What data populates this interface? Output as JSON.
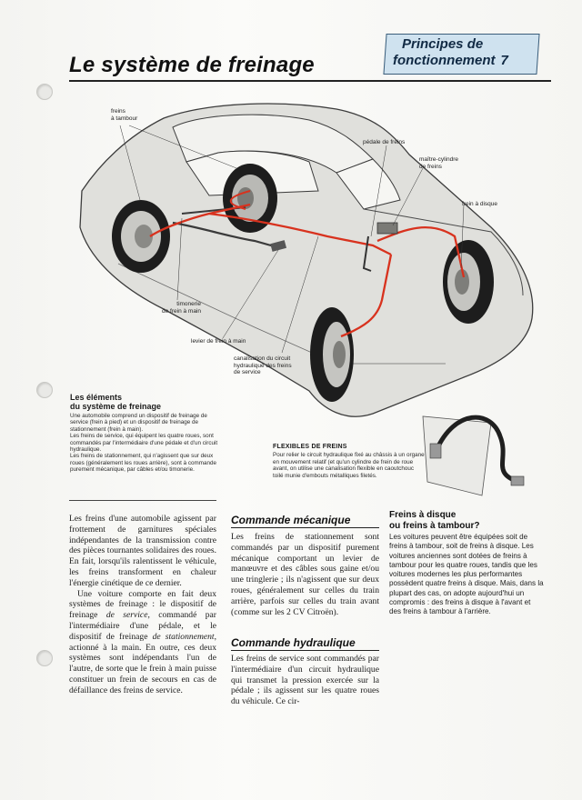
{
  "header": {
    "title": "Le système de freinage",
    "section_line1": "Principes de",
    "section_line2": "fonctionnement",
    "section_number": "7"
  },
  "diagram_labels": {
    "freins_tambour": "freins\nà tambour",
    "pedale": "pédale de freins",
    "maitre_cylindre": "maître-cylindre\nde freins",
    "frein_disque": "frein à disque",
    "timonerie": "timonerie\nde frein à main",
    "levier": "levier de frein à main",
    "canalisation": "canalisation du circuit\nhydraulique des freins\nde service"
  },
  "elements_box": {
    "title": "Les éléments\ndu système de freinage",
    "text": "Une automobile comprend un dispositif de freinage de service (frein à pied) et un dispositif de freinage de stationnement (frein à main).\nLes freins de service, qui équipent les quatre roues, sont commandés par l'intermédiaire d'une pédale et d'un circuit hydraulique.\nLes freins de stationnement, qui n'agissent que sur deux roues (généralement les roues arrière), sont à commande purement mécanique, par câbles et/ou timonerie."
  },
  "flex_box": {
    "title": "FLEXIBLES DE FREINS",
    "text": "Pour relier le circuit hydraulique fixé au châssis à un organe en mouvement relatif (et qu'un cylindre de frein de roue avant, on utilise une canalisation flexible en caoutchouc toilé munie d'embouts métalliques filetés."
  },
  "col1": {
    "p1": "Les freins d'une automobile agissent par frottement de garnitures spéciales indépendantes de la transmission contre des pièces tournantes solidaires des roues. En fait, lorsqu'ils ralentissent le véhicule, les freins transforment en chaleur l'énergie cinétique de ce dernier.",
    "p2_a": "Une voiture comporte en fait deux systèmes de freinage : le dispositif de freinage ",
    "p2_em1": "de service",
    "p2_b": ", commandé par l'intermédiaire d'une pédale, et le dispositif de freinage ",
    "p2_em2": "de stationnement",
    "p2_c": ", actionné à la main. En outre, ces deux systèmes sont indépendants l'un de l'autre, de sorte que le frein à main puisse constituer un frein de secours en cas de défaillance des freins de service."
  },
  "col2": {
    "heading1": "Commande mécanique",
    "text1": "Les freins de stationnement sont commandés par un dispositif purement mécanique comportant un levier de manœuvre et des câbles sous gaine et/ou une tringlerie ; ils n'agissent que sur deux roues, généralement sur celles du train arrière, parfois sur celles du train avant (comme sur les 2 CV Citroën).",
    "heading2": "Commande hydraulique",
    "text2": "Les freins de service sont commandés par l'intermédiaire d'un circuit hydraulique qui transmet la pression exercée sur la pédale ; ils agissent sur les quatre roues du véhicule. Ce cir-"
  },
  "col3": {
    "title": "Freins à disque\nou freins à tambour?",
    "text": "Les voitures peuvent être équipées soit de freins à tambour, soit de freins à disque. Les voitures anciennes sont dotées de freins à tambour pour les quatre roues, tandis que les voitures modernes les plus performantes possèdent quatre freins à disque. Mais, dans la plupart des cas, on adopte aujourd'hui un compromis : des freins à disque à l'avant et des freins à tambour à l'arrière."
  },
  "colors": {
    "brake_line": "#d8321e",
    "section_box": "#cfe2ef",
    "car_body": "#dcdcd8"
  }
}
